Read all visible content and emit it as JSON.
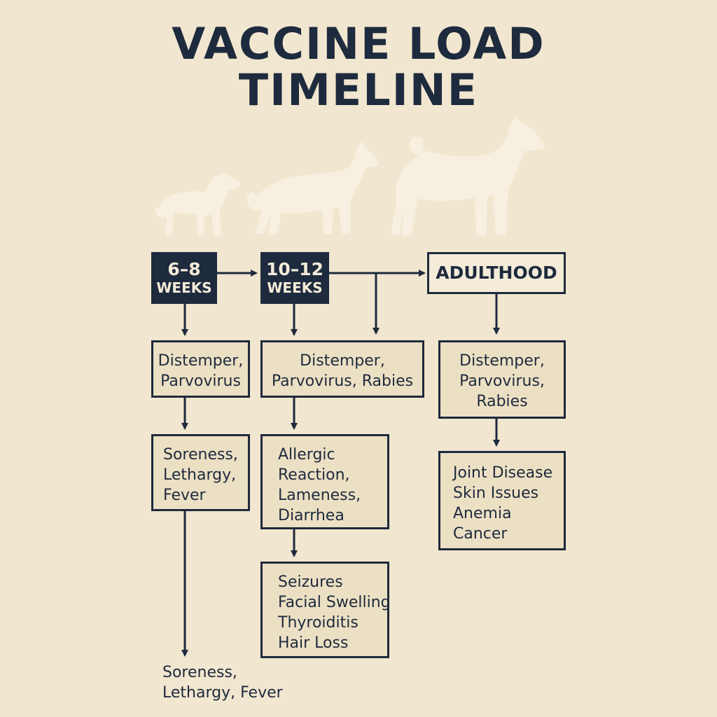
{
  "title": {
    "line1": "VACCINE LOAD",
    "line2": "TIMELINE"
  },
  "colors": {
    "background": "#f1e6cf",
    "navy": "#1e2a3d",
    "box_fill": "#ece0c4",
    "dog_silhouette": "#f7efe0"
  },
  "dogs": [
    "puppy-silhouette",
    "young-dog-silhouette",
    "adult-dog-silhouette"
  ],
  "stages": [
    {
      "line1": "6–8",
      "line2": "WEEKS"
    },
    {
      "line1": "10–12",
      "line2": "WEEKS"
    },
    {
      "line1": "ADULTHOOD"
    }
  ],
  "vaccines": {
    "stage1": [
      "Distemper,",
      "Parvovirus"
    ],
    "stage2": [
      "Distemper,",
      "Parvovirus, Rabies"
    ],
    "stage3": [
      "Distemper,",
      "Parvovirus,",
      "Rabies"
    ]
  },
  "effects": {
    "stage1": [
      "Soreness,",
      "Lethargy,",
      "Fever"
    ],
    "stage2": [
      "Allergic",
      "Reaction,",
      "Lameness,",
      "Diarrhea"
    ],
    "stage3": [
      "Joint Disease",
      "Skin Issues",
      "Anemia",
      "Cancer"
    ]
  },
  "later_effects": {
    "stage1": [
      "Soreness,",
      "Lethargy, Fever"
    ],
    "stage2": [
      "Seizures",
      "Facial Swelling",
      "Thyroiditis",
      "Hair Loss"
    ]
  }
}
